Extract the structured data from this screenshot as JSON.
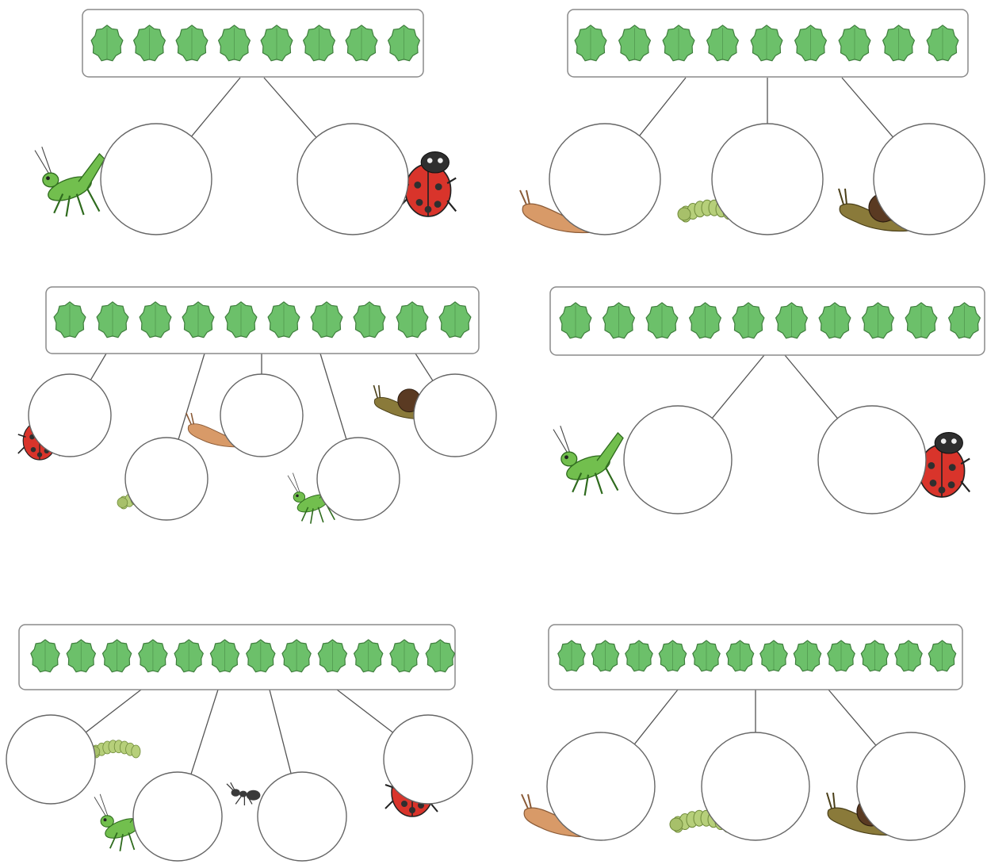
{
  "colors": {
    "leaf_fill": "#6cc06a",
    "leaf_stroke": "#3f7e3d",
    "box_stroke": "#8a8a8a",
    "line": "#555555",
    "circle_stroke": "#666666",
    "grasshopper": "#72bf4e",
    "ladybird_red": "#d9342b",
    "ladybird_black": "#2f2f2f",
    "slug": "#d89a68",
    "snail_body": "#8a7a3a",
    "snail_shell": "#5a3a22",
    "caterpillar": "#b6cf7a",
    "ant": "#3a3a3a"
  },
  "puzzles": [
    {
      "leaves": 8,
      "circles": 2,
      "critters": [
        "grasshopper-icon",
        "ladybird-icon"
      ]
    },
    {
      "leaves": 9,
      "circles": 3,
      "critters": [
        "slug-icon",
        "caterpillar-icon",
        "snail-icon"
      ]
    },
    {
      "leaves": 10,
      "circles": 5,
      "critters": [
        "ladybird-icon",
        "caterpillar-icon",
        "slug-icon",
        "grasshopper-icon",
        "snail-icon"
      ]
    },
    {
      "leaves": 10,
      "circles": 2,
      "critters": [
        "grasshopper-icon",
        "ladybird-icon"
      ]
    },
    {
      "leaves": 12,
      "circles": 4,
      "critters": [
        "caterpillar-icon",
        "grasshopper-icon",
        "ant-icon",
        "ladybird-icon"
      ]
    },
    {
      "leaves": 12,
      "circles": 3,
      "critters": [
        "slug-icon",
        "caterpillar-icon",
        "snail-icon"
      ]
    }
  ]
}
